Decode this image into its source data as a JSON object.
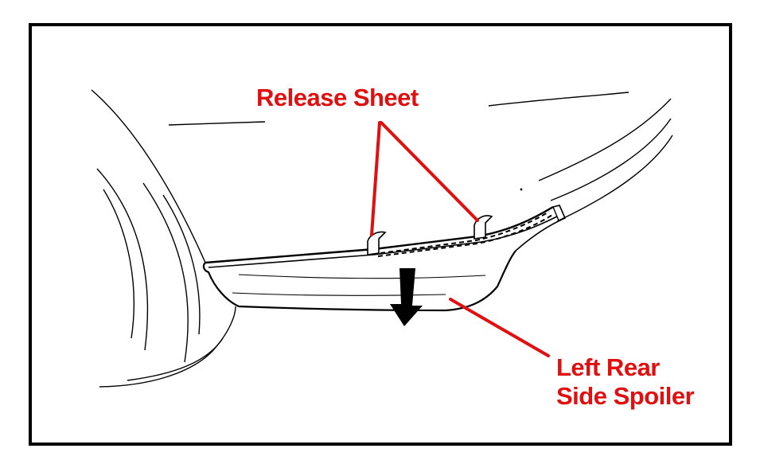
{
  "labels": {
    "release_sheet": "Release Sheet",
    "spoiler_line1": "Left Rear",
    "spoiler_line2": "Side Spoiler"
  },
  "colors": {
    "callout": "#e01010",
    "linework": "#000000",
    "background": "#ffffff"
  },
  "icons": {
    "direction_arrow": "arrow-down-icon"
  }
}
